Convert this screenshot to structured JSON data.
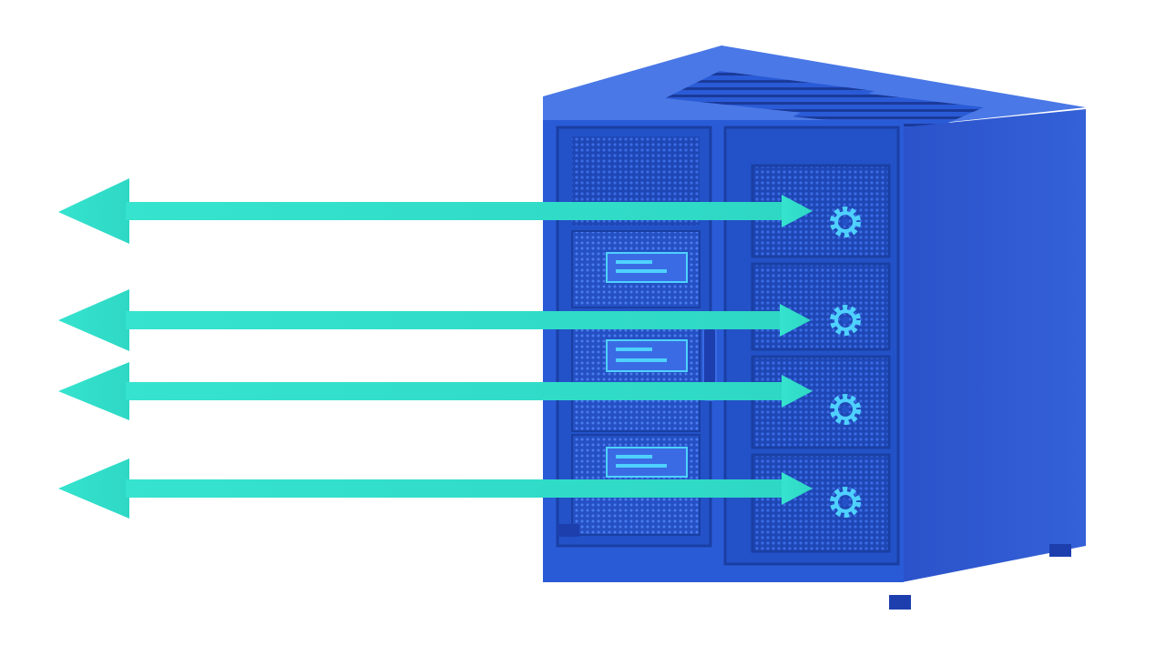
{
  "scene": {
    "subject": "server-cabinet",
    "left_unit_drives": [
      "drive-1",
      "drive-2",
      "drive-3",
      "drive-4"
    ],
    "right_unit_bays": [
      {
        "id": "bay-1",
        "icon": "gear-icon"
      },
      {
        "id": "bay-2",
        "icon": "gear-icon"
      },
      {
        "id": "bay-3",
        "icon": "gear-icon"
      },
      {
        "id": "bay-4",
        "icon": "gear-icon"
      }
    ],
    "arrows": [
      "double-arrow-1",
      "double-arrow-2",
      "double-arrow-3",
      "double-arrow-4"
    ]
  },
  "colors": {
    "background": "#ffffff",
    "cabinet_front": "#2a5bd7",
    "cabinet_dark": "#1d3fae",
    "cabinet_side": "#2f55cc",
    "cabinet_top": "#4a78e6",
    "mesh": "#1e47b5",
    "arrow": "#35e3cf",
    "accent": "#4fd1ff"
  }
}
